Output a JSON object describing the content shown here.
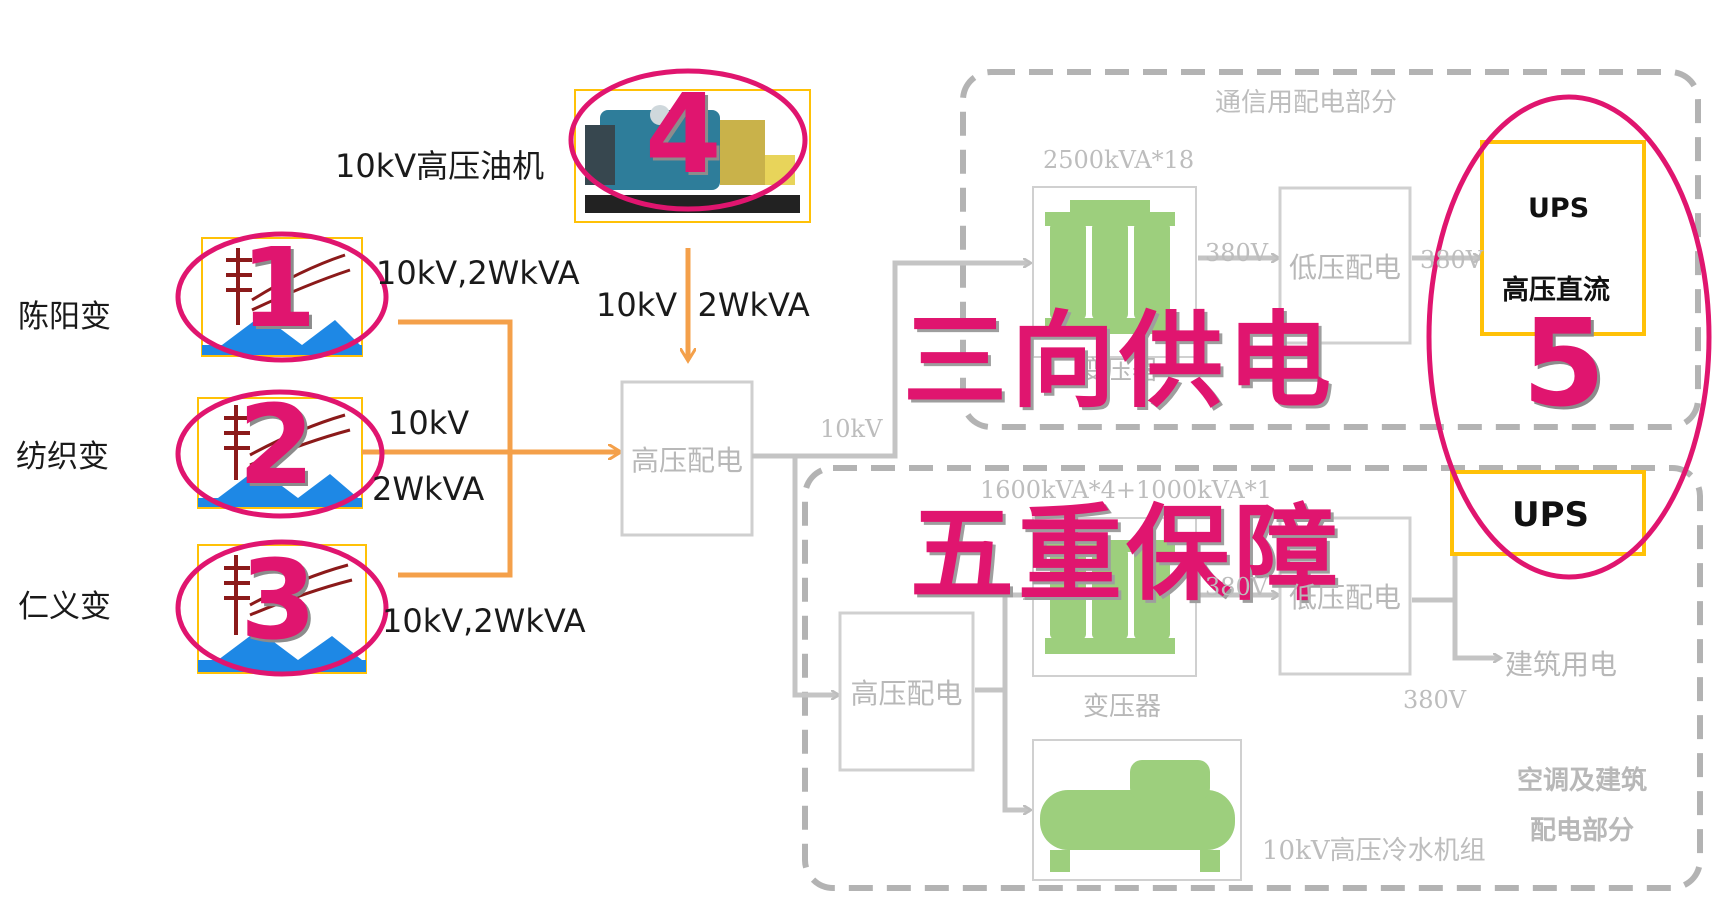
{
  "sources": {
    "s1": {
      "name": "陈阳变",
      "number": "1",
      "spec": "10kV,2WkVA"
    },
    "s2": {
      "name": "纺织变",
      "number": "2",
      "spec_line1": "10kV",
      "spec_line2": "2WkVA"
    },
    "s3": {
      "name": "仁义变",
      "number": "3",
      "spec": "10kV,2WkVA"
    }
  },
  "generator": {
    "label": "10kV高压油机",
    "number": "4",
    "spec": "10kV  2WkVA"
  },
  "main_hv": {
    "label": "高压配电",
    "output": "10kV"
  },
  "comm_section": {
    "title": "通信用配电部分",
    "transformer_spec": "2500kVA*18",
    "transformer_label": "变压器",
    "v1": "380V",
    "lv_label": "低压配电",
    "v2": "380V"
  },
  "ups_box": {
    "ups": "UPS",
    "hvdc": "高压直流",
    "number": "5"
  },
  "hvac_section": {
    "transformer_spec": "1600kVA*4+1000kVA*1",
    "hv_label": "高压配电",
    "transformer_label": "变压器",
    "v1": "380V",
    "lv_label": "低压配电",
    "v2": "380V",
    "ups": "UPS",
    "building": "建筑用电",
    "chiller": "10kV高压冷水机组",
    "title_line1": "空调及建筑",
    "title_line2": "配电部分"
  },
  "slogans": {
    "line1": "三向供电",
    "line2": "五重保障"
  },
  "colors": {
    "accent": "#e0156f",
    "flow": "#f4a04a",
    "gray": "#bbbbbb",
    "frame": "#ffc107",
    "equipment": "#9dcf7d"
  }
}
